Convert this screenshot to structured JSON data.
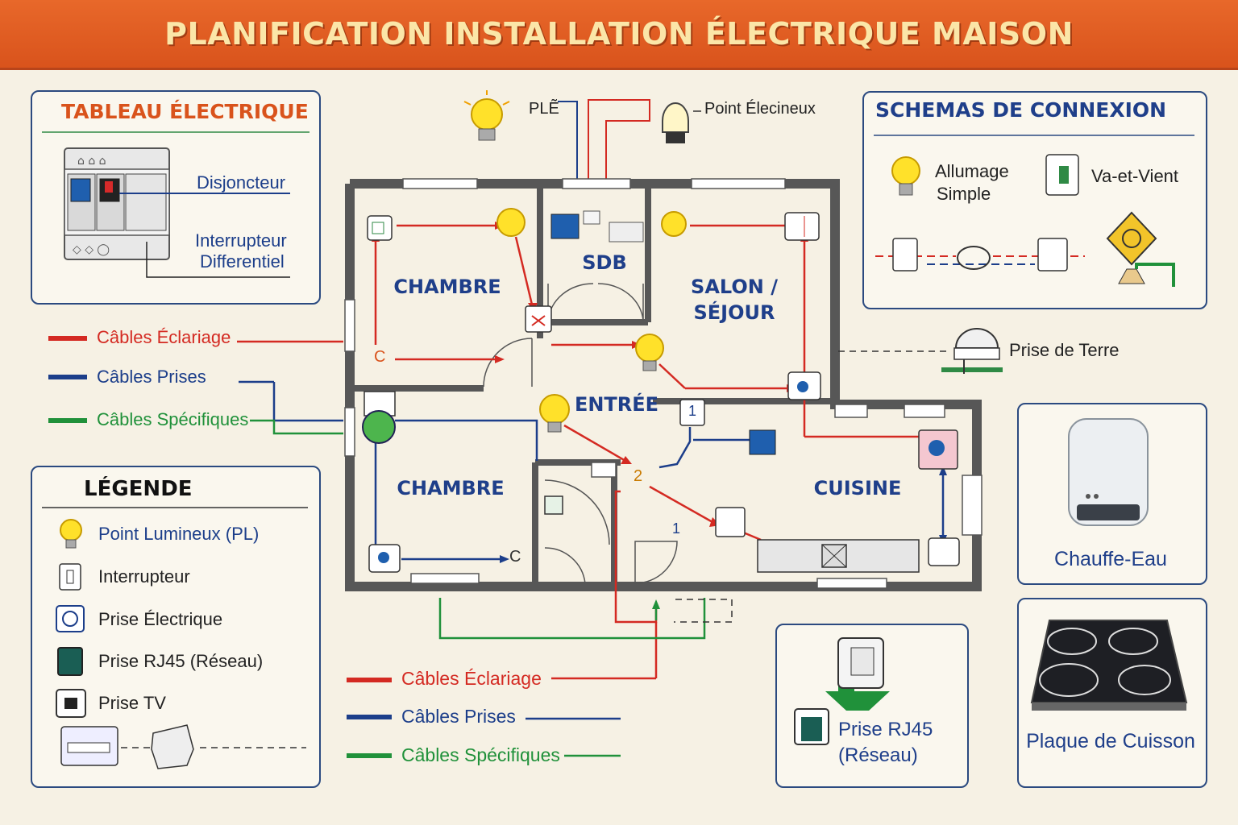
{
  "title": "PLANIFICATION INSTALLATION ÉLECTRIQUE MAISON",
  "colors": {
    "banner": "#e0611f",
    "lighting": "#d42a22",
    "sockets": "#1c3e8a",
    "specific": "#20913a",
    "walls": "#555555"
  },
  "tableau": {
    "title": "TABLEAU ÉLECTRIQUE",
    "disjoncteur": "Disjoncteur",
    "differentiel_line1": "Interrupteur",
    "differentiel_line2": "Differentiel"
  },
  "top_labels": {
    "pl": "PLẼ",
    "point": "Point Élecineux"
  },
  "schemas": {
    "title": "SCHEMAS DE CONNEXION",
    "allumage_line1": "Allumage",
    "allumage_line2": "Simple",
    "va_et_vient": "Va-et-Vient"
  },
  "prise_terre": "Prise de Terre",
  "cables_left": {
    "eclairage": "Câbles Éclariage",
    "prises": "Câbles Prises",
    "specifiques": "Câbles Spécifiques"
  },
  "cables_bottom": {
    "eclairage": "Câbles Éclariage",
    "prises": "Câbles Prises",
    "specifiques": "Câbles Spécifiques"
  },
  "legend": {
    "title": "LÉGENDE",
    "items": [
      {
        "icon": "bulb-icon",
        "label": "Point Lumineux (PL)"
      },
      {
        "icon": "switch-icon",
        "label": "Interrupteur"
      },
      {
        "icon": "socket-icon",
        "label": "Prise Électrique"
      },
      {
        "icon": "rj45-icon",
        "label": "Prise RJ45 (Réseau)"
      },
      {
        "icon": "tv-socket-icon",
        "label": "Prise TV"
      }
    ]
  },
  "rooms": {
    "chambre_top": "CHAMBRE",
    "sdb": "SDB",
    "salon_line1": "SALON /",
    "salon_line2": "SÉJOUR",
    "entree": "ENTRÉE",
    "chambre_bottom": "CHAMBRE",
    "cuisine": "CUISINE"
  },
  "plan_marks": {
    "socket_c1": "C",
    "socket_c2": "C",
    "socket_c3": "C",
    "num_2": "2",
    "num_1": "1",
    "num_1b": "1"
  },
  "appliances": {
    "chauffe_eau": "Chauffe-Eau",
    "plaque": "Plaque de Cuisson",
    "rj45_line1": "Prise RJ45",
    "rj45_line2": "(Réseau)"
  }
}
